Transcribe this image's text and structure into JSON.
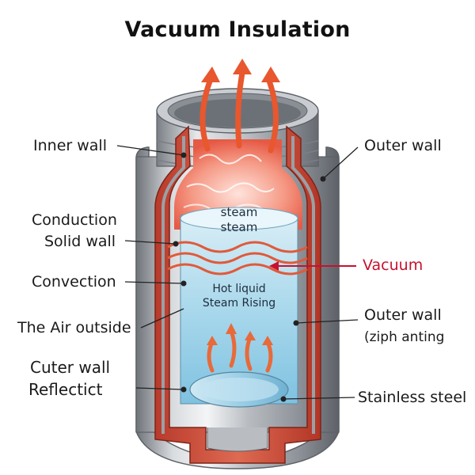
{
  "title": "Vacuum Insulation",
  "labels": {
    "inner_wall": "Inner wall",
    "outer_wall_top": "Outer wall",
    "conduction": "Conduction",
    "solid_wall": "Solid wall",
    "vacuum": "Vacuum",
    "convection": "Convection",
    "air_outside": "The Air outside",
    "outer_wall_mid": "Outer wall",
    "outer_wall_sub": "(ziph anting",
    "cuter_wall": "Cuter wall",
    "reflectict": "Reflectict",
    "stainless_steel": "Stainless steel"
  },
  "inner": {
    "steam1": "steam",
    "steam2": "steam",
    "hot_liquid": "Hot liquid",
    "steam_rising": "Steam Rising"
  },
  "colors": {
    "steel": "#a9adb3",
    "inner_red": "#d5553f",
    "liquid": "#9fd3ea",
    "arrow": "#e8572e",
    "vacuum_accent": "#c8102e"
  }
}
